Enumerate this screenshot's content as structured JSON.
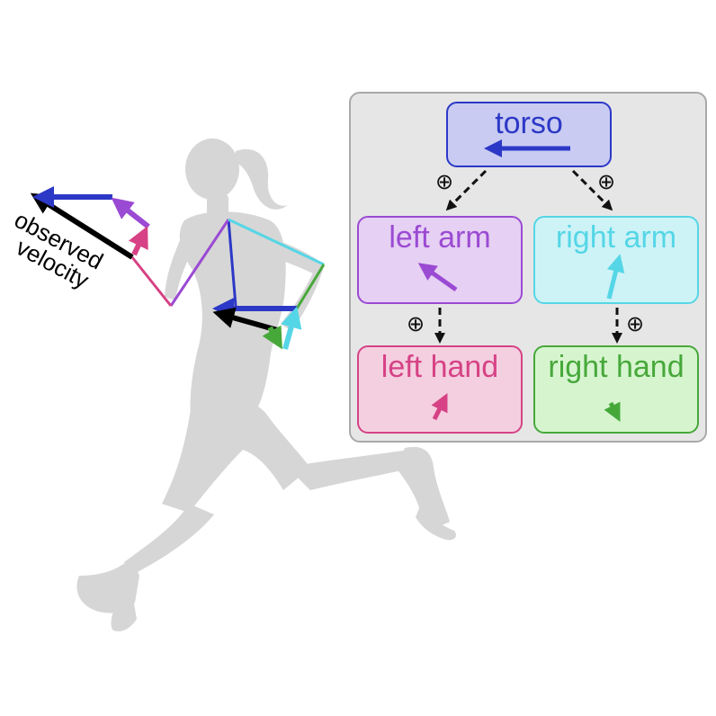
{
  "diagram": {
    "nodes": {
      "torso": "torso",
      "left_arm": "left arm",
      "right_arm": "right arm",
      "left_hand": "left hand",
      "right_hand": "right hand"
    },
    "combine_symbol": "⊕",
    "observed_label_line1": "observed",
    "observed_label_line2": "velocity"
  },
  "colors": {
    "torso": "#2c38c6",
    "left_arm": "#9b4ad3",
    "right_arm": "#55d6e6",
    "left_hand": "#d64285",
    "right_hand": "#47a83a",
    "observed": "#000000",
    "silhouette": "#d6d6d6"
  }
}
